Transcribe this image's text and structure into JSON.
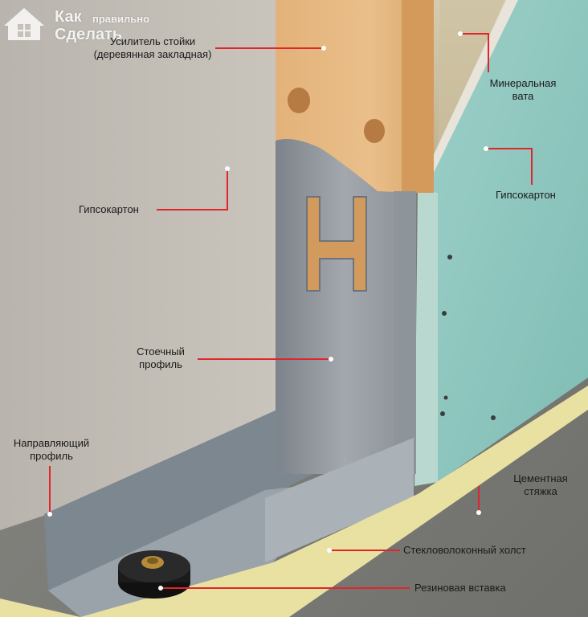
{
  "watermark": {
    "line1": "Как",
    "line1b": "правильно",
    "line2": "Сделать"
  },
  "labels": {
    "stud_reinforcement_line1": "Усилитель стойки",
    "stud_reinforcement_line2": "(деревянная закладная)",
    "mineral_wool_line1": "Минеральная",
    "mineral_wool_line2": "вата",
    "drywall_left": "Гипсокартон",
    "drywall_right": "Гипсокартон",
    "stud_profile_line1": "Стоечный",
    "stud_profile_line2": "профиль",
    "guide_profile_line1": "Направляющий",
    "guide_profile_line2": "профиль",
    "cement_screed_line1": "Цементная",
    "cement_screed_line2": "стяжка",
    "fiberglass_canvas": "Стекловолоконный холст",
    "rubber_insert": "Резиновая вставка"
  },
  "colors": {
    "leader_line": "#e0262b",
    "marker_dot": "#ffffff",
    "label_text": "#1a1a1a"
  }
}
